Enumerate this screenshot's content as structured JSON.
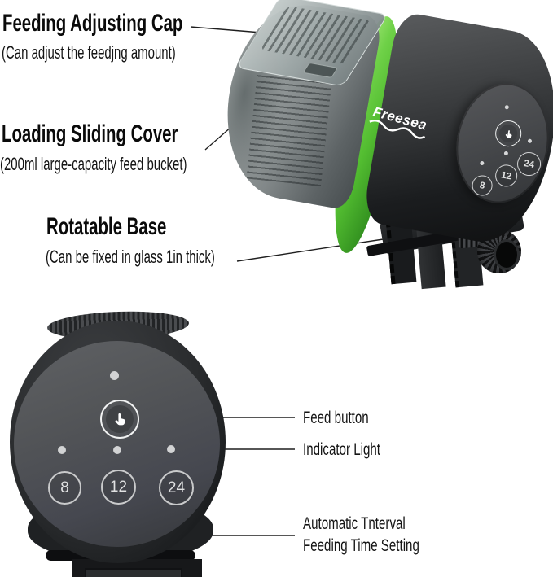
{
  "callouts": {
    "feeding_cap": {
      "title": "Feeding Adjusting Cap",
      "subtitle": "(Can adjust the feedjng amount)"
    },
    "sliding_cover": {
      "title": "Loading Sliding Cover",
      "subtitle": "(200ml large-capacity feed bucket)"
    },
    "rotatable_base": {
      "title": "Rotatable Base",
      "subtitle": "(Can be fixed in glass 1in thick)"
    }
  },
  "feature_labels": {
    "feed_button": "Feed button",
    "indicator_light": "Indicator Light",
    "interval_setting_line1": "Automatic Tnterval",
    "interval_setting_line2": "Feeding Time Setting"
  },
  "device": {
    "brand": "Freesea",
    "timer_buttons": [
      "8",
      "12",
      "24"
    ],
    "icons": {
      "feed_button": "hand-tap-icon"
    },
    "colors": {
      "accent_green": "#5cc43c",
      "body_dark": "#1a1c1e",
      "panel_gray": "#4b4d50"
    }
  }
}
